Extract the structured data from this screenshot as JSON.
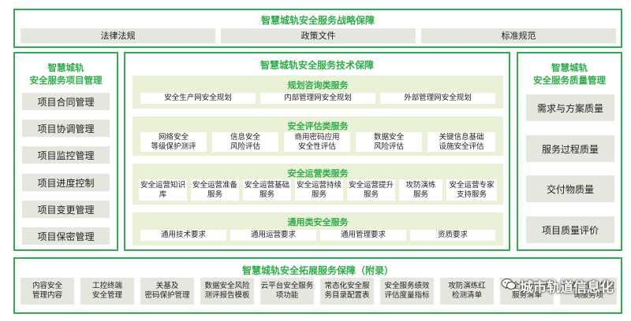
{
  "top": {
    "title": "智慧城轨安全服务战略保障",
    "items": [
      "法律法规",
      "政策文件",
      "标准规范"
    ]
  },
  "left": {
    "title_line1": "智慧城轨",
    "title_line2": "安全服务项目管理",
    "items": [
      "项目合同管理",
      "项目协调管理",
      "项目监控管理",
      "项目进度控制",
      "项目变更管理",
      "项目保密管理"
    ]
  },
  "center": {
    "title": "智慧城轨安全服务技术保障",
    "planning": {
      "title": "规划咨询类服务",
      "items": [
        "安全生产网安全规划",
        "内部管理网安全规划",
        "外部管理网安全规划"
      ]
    },
    "assessment": {
      "title": "安全评估类服务",
      "items": [
        [
          "网络安全",
          "等级保护测评"
        ],
        [
          "信息安全",
          "风险评估"
        ],
        [
          "商用密码应用",
          "安全性评估"
        ],
        [
          "数据安全",
          "风险评估"
        ],
        [
          "关键信息基础",
          "设施安全评估"
        ]
      ]
    },
    "operation": {
      "title": "安全运营类服务",
      "items": [
        [
          "安全运营知识",
          "库"
        ],
        [
          "安全运营准备",
          "服务"
        ],
        [
          "安全运营基础",
          "服务"
        ],
        [
          "安全运营持续",
          "服务"
        ],
        [
          "安全运营提升",
          "服务"
        ],
        [
          "攻防演练",
          "服务"
        ],
        [
          "安全运营专家",
          "支持服务"
        ]
      ]
    },
    "general": {
      "title": "通用类安全服务",
      "items": [
        "通用技术要求",
        "通用运营要求",
        "通用管理要求",
        "资质要求"
      ]
    }
  },
  "right": {
    "title_line1": "智慧城轨",
    "title_line2": "安全服务质量管理",
    "items": [
      "需求与方案质量",
      "服务过程质量",
      "交付物质量",
      "项目质量评价"
    ]
  },
  "bottom": {
    "title": "智慧城轨安全拓展服务保障（附录）",
    "items": [
      [
        "内容安全",
        "管理内容"
      ],
      [
        "工控终端",
        "安全管理"
      ],
      [
        "关基及",
        "密码保护管理"
      ],
      [
        "数据安全风险",
        "测评报告模板"
      ],
      [
        "云平台安全服务",
        "项功能"
      ],
      [
        "常态化安全服",
        "务目录配置表"
      ],
      [
        "安全服务绩效",
        "评估度量指标"
      ],
      [
        "攻防演练红",
        "检测清单"
      ],
      [
        "安全运营托管",
        "服务清单"
      ],
      [
        "网络安全规划咨",
        "询服务项"
      ]
    ]
  },
  "watermark": "城市轨道信息化",
  "colors": {
    "accent": "#2eae4a",
    "item_bg": "#e4e7dd",
    "band_bg": "#e9f1d6"
  }
}
